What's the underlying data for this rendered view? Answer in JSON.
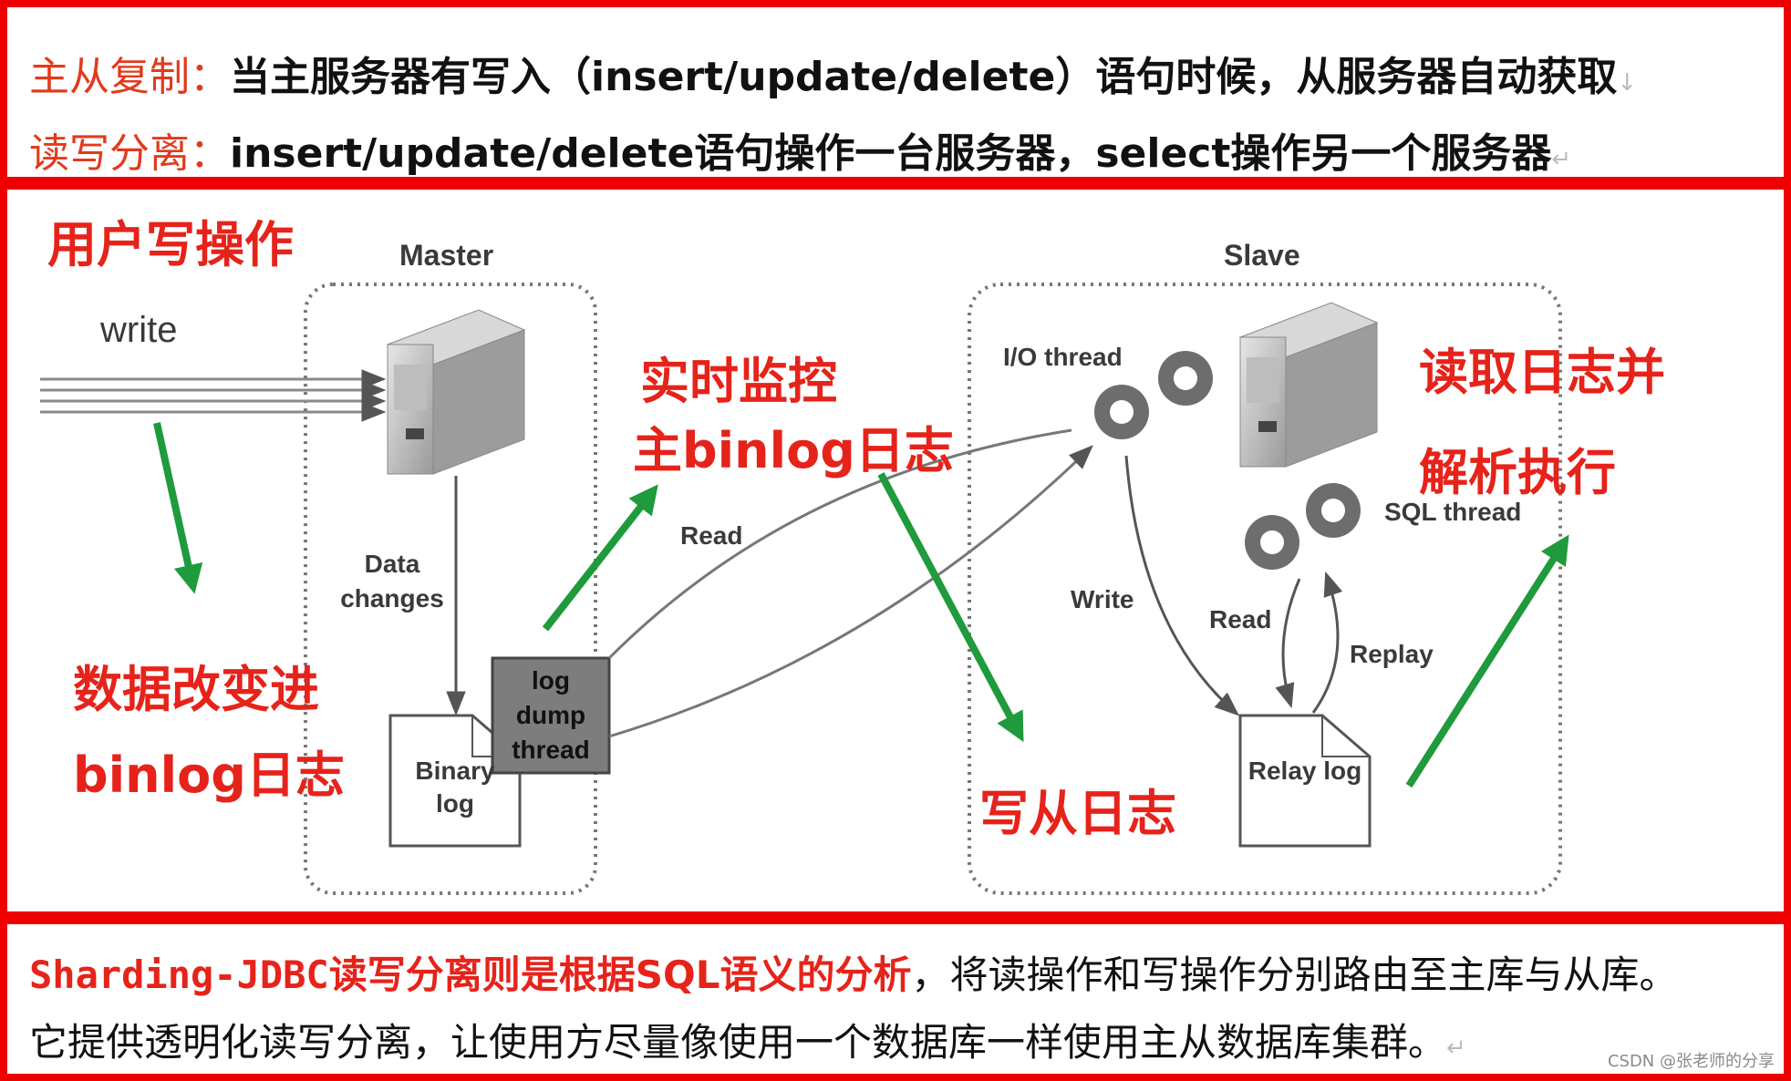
{
  "header": {
    "line1_label": "主从复制：",
    "line1_text": "当主服务器有写入（insert/update/delete）语句时候，从服务器自动获取",
    "line2_label": "读写分离：",
    "line2_text": "insert/update/delete语句操作一台服务器，select操作另一个服务器",
    "para_mark": "↵",
    "para_mark_down": "↓"
  },
  "diagram": {
    "master_title": "Master",
    "slave_title": "Slave",
    "write_label": "write",
    "data_changes_label": "Data changes",
    "binary_log_label": "Binary log",
    "log_dump_thread_label": "log dump thread",
    "read_label": "Read",
    "io_thread_label": "I/O thread",
    "write2_label": "Write",
    "sql_thread_label": "SQL thread",
    "read2_label": "Read",
    "replay_label": "Replay",
    "relay_log_label": "Relay log",
    "annotations": {
      "user_write": "用户写操作",
      "data_to_binlog_1": "数据改变进",
      "data_to_binlog_2": "binlog日志",
      "monitor_1": "实时监控",
      "monitor_2": "主binlog日志",
      "write_slave_log": "写从日志",
      "read_parse_1": "读取日志并",
      "read_parse_2": "解析执行"
    }
  },
  "caption": {
    "sharding": "Sharding-JDBC",
    "highlight": "读写分离则是根据SQL语义的分析",
    "rest1": "，将读操作和写操作分别路由至主库与从库。",
    "line2": "它提供透明化读写分离，让使用方尽量像使用一个数据库一样使用主从数据库集群。",
    "para_mark": "↵"
  },
  "watermark": "CSDN @张老师的分享",
  "colors": {
    "frame": "#ee0000",
    "annotation": "#e6231a",
    "arrow_green": "#1f9a3c"
  }
}
